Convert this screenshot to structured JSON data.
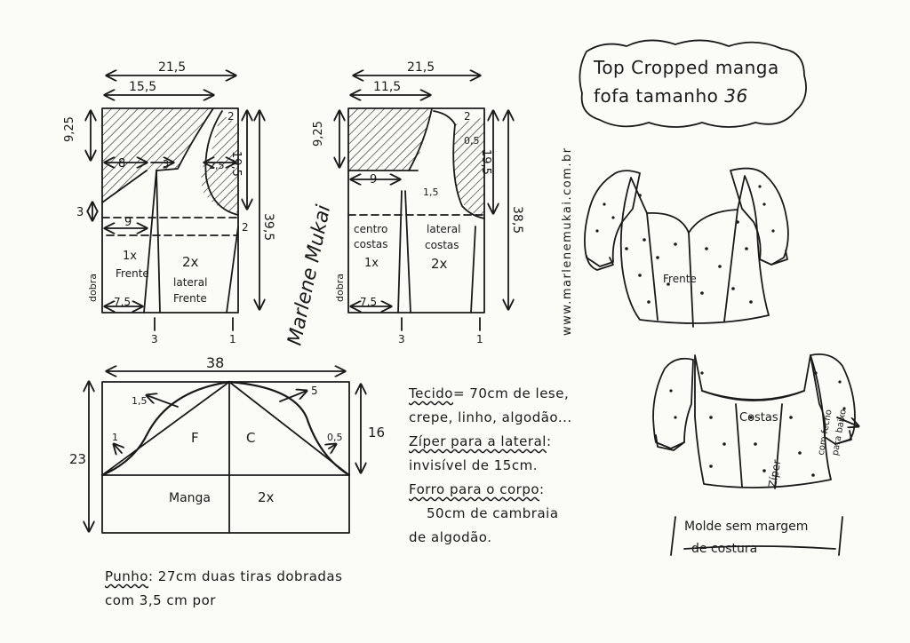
{
  "title": {
    "line1": "Top Cropped manga",
    "line2": "fofa tamanho",
    "size": "36"
  },
  "website": "www.marlenemukai.com.br",
  "signature": "Marlene Mukai",
  "front": {
    "width_top": "21,5",
    "width_inner": "15,5",
    "dim_top_right": "2",
    "dim_left_upper": "9,25",
    "dim_8": "8",
    "dim_3_arrow": "3",
    "dim_2_5": "2,5",
    "dim_19_5": "19,5",
    "dim_39_5": "39,5",
    "dim_left_3": "3",
    "dim_9": "9",
    "dim_right_2": "2",
    "piece_center_qty": "1x",
    "piece_center_name": "Frente",
    "piece_side_qty": "2x",
    "piece_side_line1": "lateral",
    "piece_side_line2": "Frente",
    "fold": "dobra",
    "dim_7_5": "7,5",
    "bottom_3": "3",
    "bottom_1": "1"
  },
  "back": {
    "width_top": "21,5",
    "width_inner": "11,5",
    "dim_top_right": "2",
    "dim_0_5": "0,5",
    "dim_left_upper": "9,25",
    "dim_19_5": "19,5",
    "dim_9": "9",
    "dim_1_5": "1,5",
    "dim_38_5": "38,5",
    "piece_center_line1": "centro",
    "piece_center_line2": "costas",
    "piece_center_qty": "1x",
    "piece_side_line1": "lateral",
    "piece_side_line2": "costas",
    "piece_side_qty": "2x",
    "fold": "dobra",
    "dim_7_5": "7,5",
    "bottom_3": "3",
    "bottom_1": "1"
  },
  "sleeve": {
    "width": "38",
    "height_left": "23",
    "height_right": "16",
    "dim_1_5": "1,5",
    "dim_1": "1",
    "dim_5": "5",
    "dim_0_5": "0,5",
    "front_label": "F",
    "back_label": "C",
    "name": "Manga",
    "qty": "2x"
  },
  "cuff_note": {
    "label": "Punho",
    "line1": ": 27cm duas tiras dobradas",
    "line2": "com 3,5 cm por"
  },
  "materials": {
    "fabric_label": "Tecido",
    "fabric_line1": "= 70cm de lese,",
    "fabric_line2": "crepe, linho, algodão...",
    "zipper_label": "Zíper para a lateral",
    "zipper_line1": ":",
    "zipper_line2": "invisível de 15cm.",
    "lining_label": "Forro para o corpo",
    "lining_line1": ":",
    "lining_line2": "50cm de cambraia",
    "lining_line3": "de algodão."
  },
  "illustration": {
    "front_label": "Frente",
    "back_label": "Costas",
    "zipper_label": "Zíper",
    "zipper_note_line1": "com fecho",
    "zipper_note_line2": "para baixo"
  },
  "footer_note": {
    "line1": "Molde sem margem",
    "line2": "de costura"
  },
  "colors": {
    "ink": "#1a1a1a",
    "paper": "#fbfbf8"
  }
}
